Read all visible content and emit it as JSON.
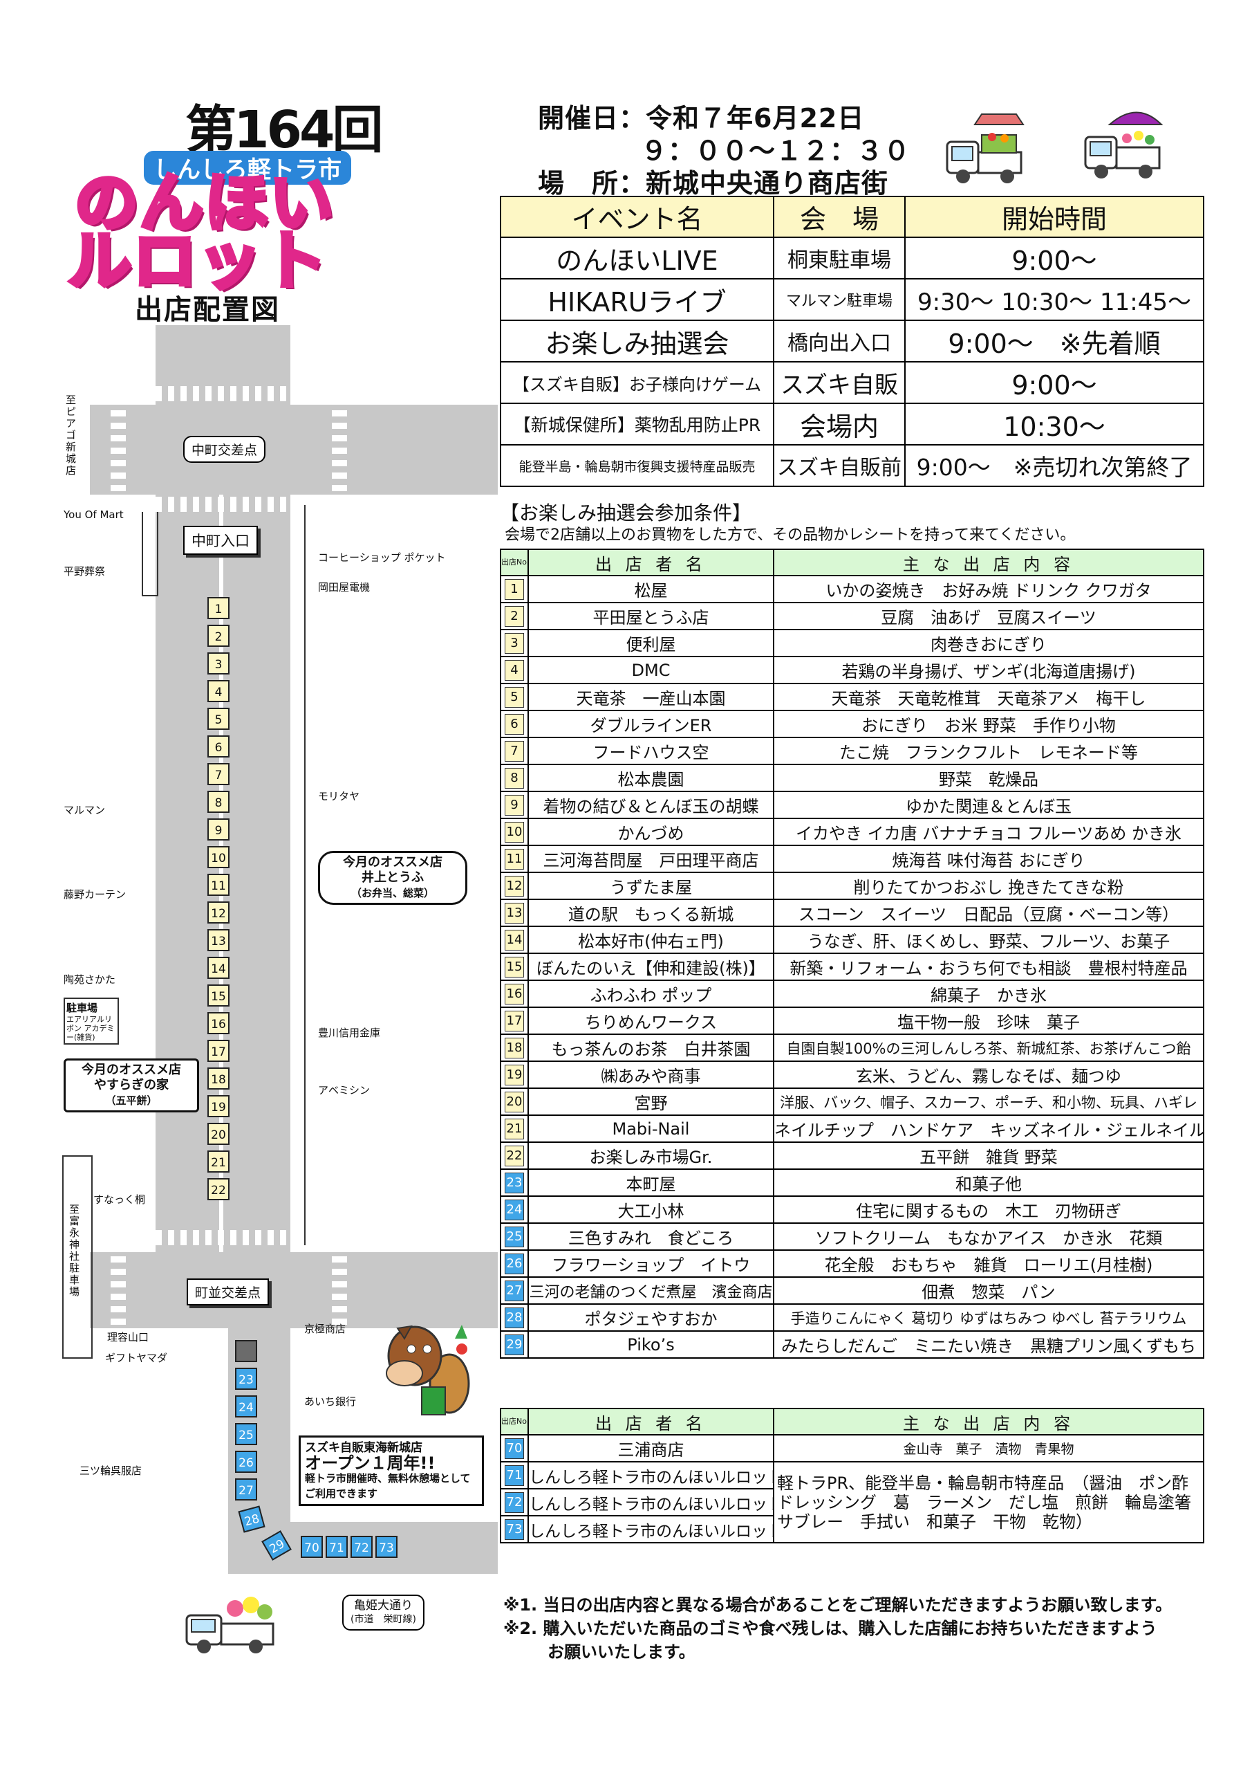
{
  "header": {
    "edition": "第164回",
    "logo_sub": "しんしろ軽トラ市",
    "logo_line1": "のんほい",
    "logo_line2": "ルロット",
    "map_title": "出店配置図"
  },
  "event_info": {
    "date_label": "開催日",
    "date": "令和７年6月22日",
    "time": "９：００～１２：３０",
    "place_label": "場　所",
    "place": "新城中央通り商店街"
  },
  "events": {
    "headers": [
      "イベント名",
      "会　場",
      "開始時間"
    ],
    "rows": [
      {
        "name": "のんほいLIVE",
        "venue": "桐東駐車場",
        "time": "9:00～"
      },
      {
        "name": "HIKARUライブ",
        "venue": "マルマン駐車場",
        "time": "9:30～ 10:30～ 11:45～"
      },
      {
        "name": "お楽しみ抽選会",
        "venue": "橋向出入口",
        "time": "9:00～　※先着順"
      },
      {
        "name": "【スズキ自販】お子様向けゲーム",
        "venue": "スズキ自販",
        "time": "9:00～"
      },
      {
        "name": "【新城保健所】薬物乱用防止PR",
        "venue": "会場内",
        "time": "10:30～"
      },
      {
        "name": "能登半島・輪島朝市復興支援特産品販売",
        "venue": "スズキ自販前",
        "time": "9:00～　※売切れ次第終了"
      }
    ]
  },
  "lottery": {
    "title": "【お楽しみ抽選会参加条件】",
    "text": "会場で2店舗以上のお買物をした方で、その品物かレシートを持って来てください。"
  },
  "vendors": {
    "headers": {
      "no": "出店No.",
      "name": "出 店 者 名",
      "content": "主 な 出 店 内 容"
    },
    "rows": [
      {
        "no": "1",
        "name": "松屋",
        "content": "いかの姿焼き　お好み焼 ドリンク クワガタ"
      },
      {
        "no": "2",
        "name": "平田屋とうふ店",
        "content": "豆腐　油あげ　豆腐スイーツ"
      },
      {
        "no": "3",
        "name": "便利屋",
        "content": "肉巻きおにぎり"
      },
      {
        "no": "4",
        "name": "DMC",
        "content": "若鶏の半身揚げ、ザンギ(北海道唐揚げ)"
      },
      {
        "no": "5",
        "name": "天竜茶　一産山本園",
        "content": "天竜茶　天竜乾椎茸　天竜茶アメ　梅干し"
      },
      {
        "no": "6",
        "name": "ダブルラインER",
        "content": "おにぎり　お米 野菜　手作り小物"
      },
      {
        "no": "7",
        "name": "フードハウス空",
        "content": "たこ焼　フランクフルト　レモネード等"
      },
      {
        "no": "8",
        "name": "松本農園",
        "content": "野菜　乾燥品"
      },
      {
        "no": "9",
        "name": "着物の結び＆とんぼ玉の胡蝶",
        "content": "ゆかた関連＆とんぼ玉"
      },
      {
        "no": "10",
        "name": "かんづめ",
        "content": "イカやき イカ唐 バナナチョコ フルーツあめ かき氷"
      },
      {
        "no": "11",
        "name": "三河海苔問屋　戸田理平商店",
        "content": "焼海苔 味付海苔 おにぎり"
      },
      {
        "no": "12",
        "name": "うずたま屋",
        "content": "削りたてかつおぶし 挽きたてきな粉"
      },
      {
        "no": "13",
        "name": "道の駅　もっくる新城",
        "content": "スコーン　スイーツ　日配品（豆腐・ベーコン等）"
      },
      {
        "no": "14",
        "name": "松本好市(仲右ェ門)",
        "content": "うなぎ、肝、ほくめし、野菜、フルーツ、お菓子"
      },
      {
        "no": "15",
        "name": "ぼんたのいえ【伸和建設(株)】",
        "content": "新築・リフォーム・おうち何でも相談　豊根村特産品"
      },
      {
        "no": "16",
        "name": "ふわふわ ポップ",
        "content": "綿菓子　かき氷"
      },
      {
        "no": "17",
        "name": "ちりめんワークス",
        "content": "塩干物一般　珍味　菓子"
      },
      {
        "no": "18",
        "name": "もっ茶んのお茶　白井茶園",
        "content": "自園自製100%の三河しんしろ茶、新城紅茶、お茶げんこつ飴"
      },
      {
        "no": "19",
        "name": "㈱あみや商事",
        "content": "玄米、うどん、霧しなそば、麺つゆ"
      },
      {
        "no": "20",
        "name": "宮野",
        "content": "洋服、バック、帽子、スカーフ、ポーチ、和小物、玩具、ハギレ"
      },
      {
        "no": "21",
        "name": "Mabi-Nail",
        "content": "ネイルチップ　ハンドケア　キッズネイル・ジェルネイル"
      },
      {
        "no": "22",
        "name": "お楽しみ市場Gr.",
        "content": "五平餅　雑貨 野菜"
      },
      {
        "no": "23",
        "name": "本町屋",
        "content": "和菓子他"
      },
      {
        "no": "24",
        "name": "大工小林",
        "content": "住宅に関するもの　木工　刃物研ぎ"
      },
      {
        "no": "25",
        "name": "三色すみれ　食どころ",
        "content": "ソフトクリーム　もなかアイス　かき氷　花類"
      },
      {
        "no": "26",
        "name": "フラワーショップ　イトウ",
        "content": "花全般　おもちゃ　雑貨　ローリエ(月桂樹)"
      },
      {
        "no": "27",
        "name": "三河の老舗のつくだ煮屋　濱金商店",
        "content": "佃煮　惣菜　パン"
      },
      {
        "no": "28",
        "name": "ポタジェやすおか",
        "content": "手造りこんにゃく 葛切り ゆずはちみつ ゆべし 苔テラリウム"
      },
      {
        "no": "29",
        "name": "Piko’s",
        "content": "みたらしだんご　ミニたい焼き　黒糖プリン風くずもち"
      }
    ]
  },
  "vendors2": {
    "row70": {
      "no": "70",
      "name": "三浦商店",
      "content": "金山寺　菓子　漬物　青果物"
    },
    "group_names": [
      "しんしろ軽トラ市のんほいルロット",
      "しんしろ軽トラ市のんほいルロット",
      "しんしろ軽トラ市のんほいルロット"
    ],
    "group_nos": [
      "71",
      "72",
      "73"
    ],
    "group_content": "軽トラPR、能登半島・輪島朝市特産品　（醤油　ポン酢　ドレッシング　葛　ラーメン　だし塩　煎餅　輪島塗箸　サブレー　手拭い　和菓子　干物　乾物）"
  },
  "notes": {
    "n1": "※1. 当日の出店内容と異なる場合があることをご理解いただきますようお願い致します。",
    "n2": "※2. 購入いただいた商品のゴミや食べ残しは、購入した店舗にお持ちいただきますよう",
    "n2b": "お願いいたします。"
  },
  "map": {
    "left_vertical_top": "至ピアゴ新城店",
    "you_of_mart": "You Of Mart",
    "nakamachi_crossing": "中町交差点",
    "nakamachi_entrance": "中町入口",
    "hiranoya": "平野葬祭",
    "coffee": "コーヒーショップ ポケット",
    "okadaya": "岡田屋電機",
    "moritaya": "モリタヤ",
    "maruman": "マルマン",
    "fujino": "藤野カーテン",
    "tougei": "陶苑さかた",
    "parking": "駐車場",
    "parking_sub": "エアリアルリボン アカデミー(雑貨)",
    "toyokawa": "豊川信用金庫",
    "abemishin": "アベミシン",
    "snack": "すなっく桐",
    "right_recommend_title": "今月のオススメ店",
    "right_recommend_name": "井上とうふ",
    "right_recommend_sub": "（お弁当、総菜）",
    "left_recommend_title": "今月のオススメ店",
    "left_recommend_name": "やすらぎの家",
    "left_recommend_sub": "（五平餅）",
    "left_vertical_bottom": "至富永神社駐車場",
    "machinami": "町並交差点",
    "kyogokuya": "京極商店",
    "riyou": "理容山口",
    "gift": "ギフトヤマダ",
    "aichi": "あいち銀行",
    "mitsuwa": "三ツ輪呉服店",
    "suzuki_title": "スズキ自販東海新城店",
    "suzuki_big": "オープン１周年!!",
    "suzuki_text": "軽トラ市開催時、無料休憩場としてご利用できます",
    "kamehime": "亀姫大通り",
    "kamehime_sub": "(市道　栄町線)",
    "stalls_upper": [
      "1",
      "2",
      "3",
      "4",
      "5",
      "6",
      "7",
      "8",
      "9",
      "10",
      "11",
      "12",
      "13",
      "14",
      "15",
      "16",
      "17",
      "18",
      "19",
      "20",
      "21",
      "22"
    ],
    "stalls_lower": [
      "23",
      "24",
      "25",
      "26",
      "27"
    ],
    "stall_28": "28",
    "stall_29": "29",
    "stalls_bottom": [
      "70",
      "71",
      "72",
      "73"
    ]
  }
}
